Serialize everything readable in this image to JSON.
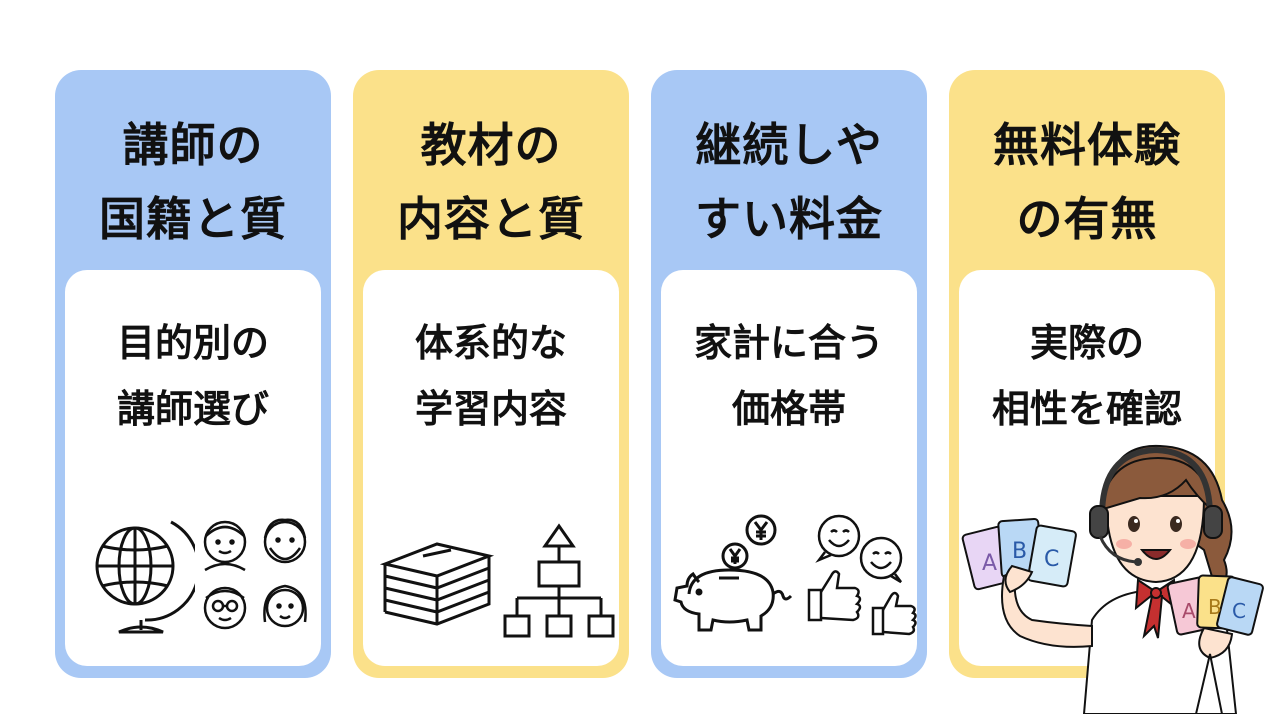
{
  "cards": [
    {
      "title": "講師の\n国籍と質",
      "subtitle": "目的別の\n講師選び",
      "color": "#a8c8f5",
      "icons": [
        "globe-icon",
        "people-faces-icon"
      ]
    },
    {
      "title": "教材の\n内容と質",
      "subtitle": "体系的な\n学習内容",
      "color": "#fbe18a",
      "icons": [
        "books-stack-icon",
        "hierarchy-icon"
      ]
    },
    {
      "title": "継続しや\nすい料金",
      "subtitle": "家計に合う\n価格帯",
      "color": "#a8c8f5",
      "icons": [
        "piggy-bank-yen-icon",
        "smile-thumbs-up-icon"
      ]
    },
    {
      "title": "無料体験\nの有無",
      "subtitle": "実際の\n相性を確認",
      "color": "#fbe18a",
      "icons": [
        "teacher-with-cards-illustration"
      ]
    }
  ],
  "illustration": {
    "card_letters_left": [
      "A",
      "B",
      "C"
    ],
    "card_letters_right": [
      "A",
      "B",
      "C"
    ]
  }
}
